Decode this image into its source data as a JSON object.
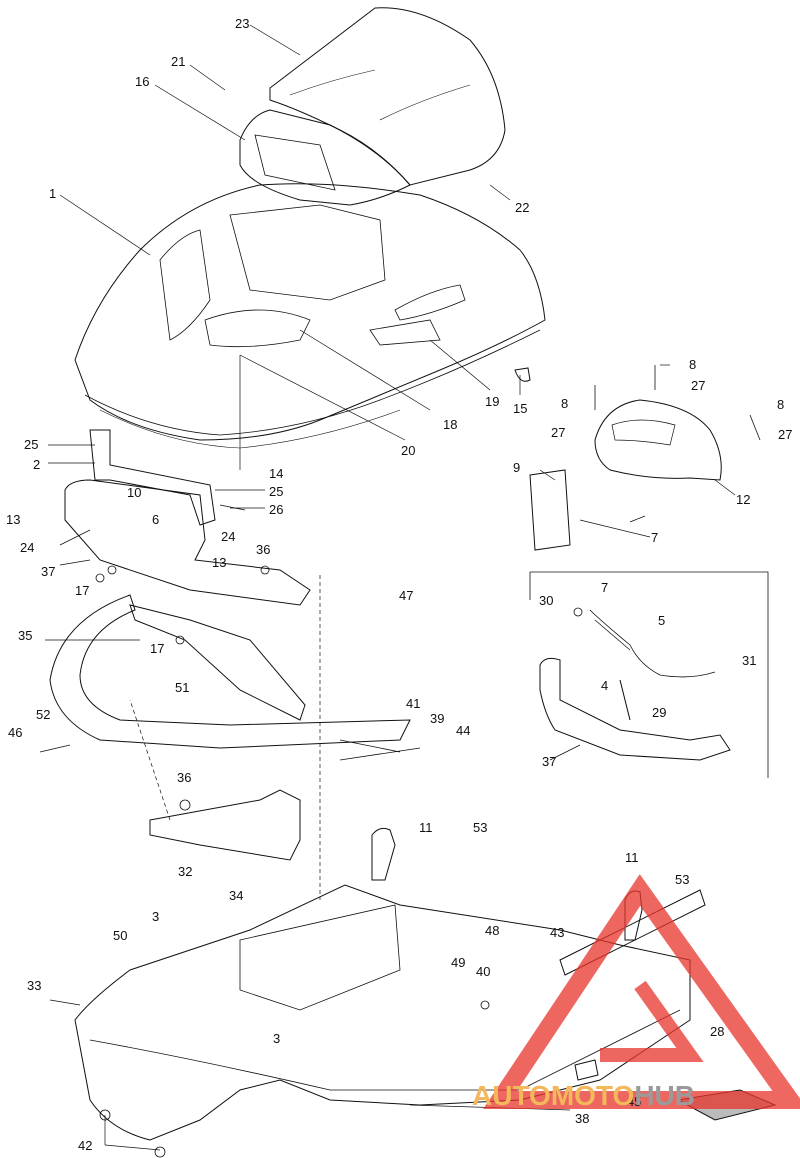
{
  "callouts": [
    {
      "id": "c1",
      "text": "1"
    },
    {
      "id": "c2",
      "text": "2"
    },
    {
      "id": "c3a",
      "text": "3"
    },
    {
      "id": "c3b",
      "text": "3"
    },
    {
      "id": "c4",
      "text": "4"
    },
    {
      "id": "c5",
      "text": "5"
    },
    {
      "id": "c6",
      "text": "6"
    },
    {
      "id": "c7a",
      "text": "7"
    },
    {
      "id": "c7b",
      "text": "7"
    },
    {
      "id": "c8a",
      "text": "8"
    },
    {
      "id": "c8b",
      "text": "8"
    },
    {
      "id": "c8c",
      "text": "8"
    },
    {
      "id": "c9",
      "text": "9"
    },
    {
      "id": "c10",
      "text": "10"
    },
    {
      "id": "c11a",
      "text": "11"
    },
    {
      "id": "c11b",
      "text": "11"
    },
    {
      "id": "c12",
      "text": "12"
    },
    {
      "id": "c13a",
      "text": "13"
    },
    {
      "id": "c13b",
      "text": "13"
    },
    {
      "id": "c14",
      "text": "14"
    },
    {
      "id": "c15",
      "text": "15"
    },
    {
      "id": "c16",
      "text": "16"
    },
    {
      "id": "c17a",
      "text": "17"
    },
    {
      "id": "c17b",
      "text": "17"
    },
    {
      "id": "c18",
      "text": "18"
    },
    {
      "id": "c19",
      "text": "19"
    },
    {
      "id": "c20",
      "text": "20"
    },
    {
      "id": "c21",
      "text": "21"
    },
    {
      "id": "c22",
      "text": "22"
    },
    {
      "id": "c23",
      "text": "23"
    },
    {
      "id": "c24a",
      "text": "24"
    },
    {
      "id": "c24b",
      "text": "24"
    },
    {
      "id": "c25a",
      "text": "25"
    },
    {
      "id": "c25b",
      "text": "25"
    },
    {
      "id": "c26",
      "text": "26"
    },
    {
      "id": "c27a",
      "text": "27"
    },
    {
      "id": "c27b",
      "text": "27"
    },
    {
      "id": "c27c",
      "text": "27"
    },
    {
      "id": "c28",
      "text": "28"
    },
    {
      "id": "c29",
      "text": "29"
    },
    {
      "id": "c30",
      "text": "30"
    },
    {
      "id": "c31",
      "text": "31"
    },
    {
      "id": "c32",
      "text": "32"
    },
    {
      "id": "c33",
      "text": "33"
    },
    {
      "id": "c34",
      "text": "34"
    },
    {
      "id": "c35",
      "text": "35"
    },
    {
      "id": "c36a",
      "text": "36"
    },
    {
      "id": "c36b",
      "text": "36"
    },
    {
      "id": "c37a",
      "text": "37"
    },
    {
      "id": "c37b",
      "text": "37"
    },
    {
      "id": "c38",
      "text": "38"
    },
    {
      "id": "c39",
      "text": "39"
    },
    {
      "id": "c40",
      "text": "40"
    },
    {
      "id": "c41",
      "text": "41"
    },
    {
      "id": "c42",
      "text": "42"
    },
    {
      "id": "c43",
      "text": "43"
    },
    {
      "id": "c44",
      "text": "44"
    },
    {
      "id": "c45",
      "text": "45"
    },
    {
      "id": "c46",
      "text": "46"
    },
    {
      "id": "c47",
      "text": "47"
    },
    {
      "id": "c48",
      "text": "48"
    },
    {
      "id": "c49",
      "text": "49"
    },
    {
      "id": "c50",
      "text": "50"
    },
    {
      "id": "c51",
      "text": "51"
    },
    {
      "id": "c52",
      "text": "52"
    },
    {
      "id": "c53a",
      "text": "53"
    },
    {
      "id": "c53b",
      "text": "53"
    }
  ],
  "watermark": {
    "part_a": "AUTOMOTO",
    "part_b": "HUB"
  },
  "colors": {
    "line": "#111111",
    "watermark_red": "#e8342c",
    "watermark_orange": "#f3b85a",
    "watermark_grey": "#9a9a9a"
  }
}
